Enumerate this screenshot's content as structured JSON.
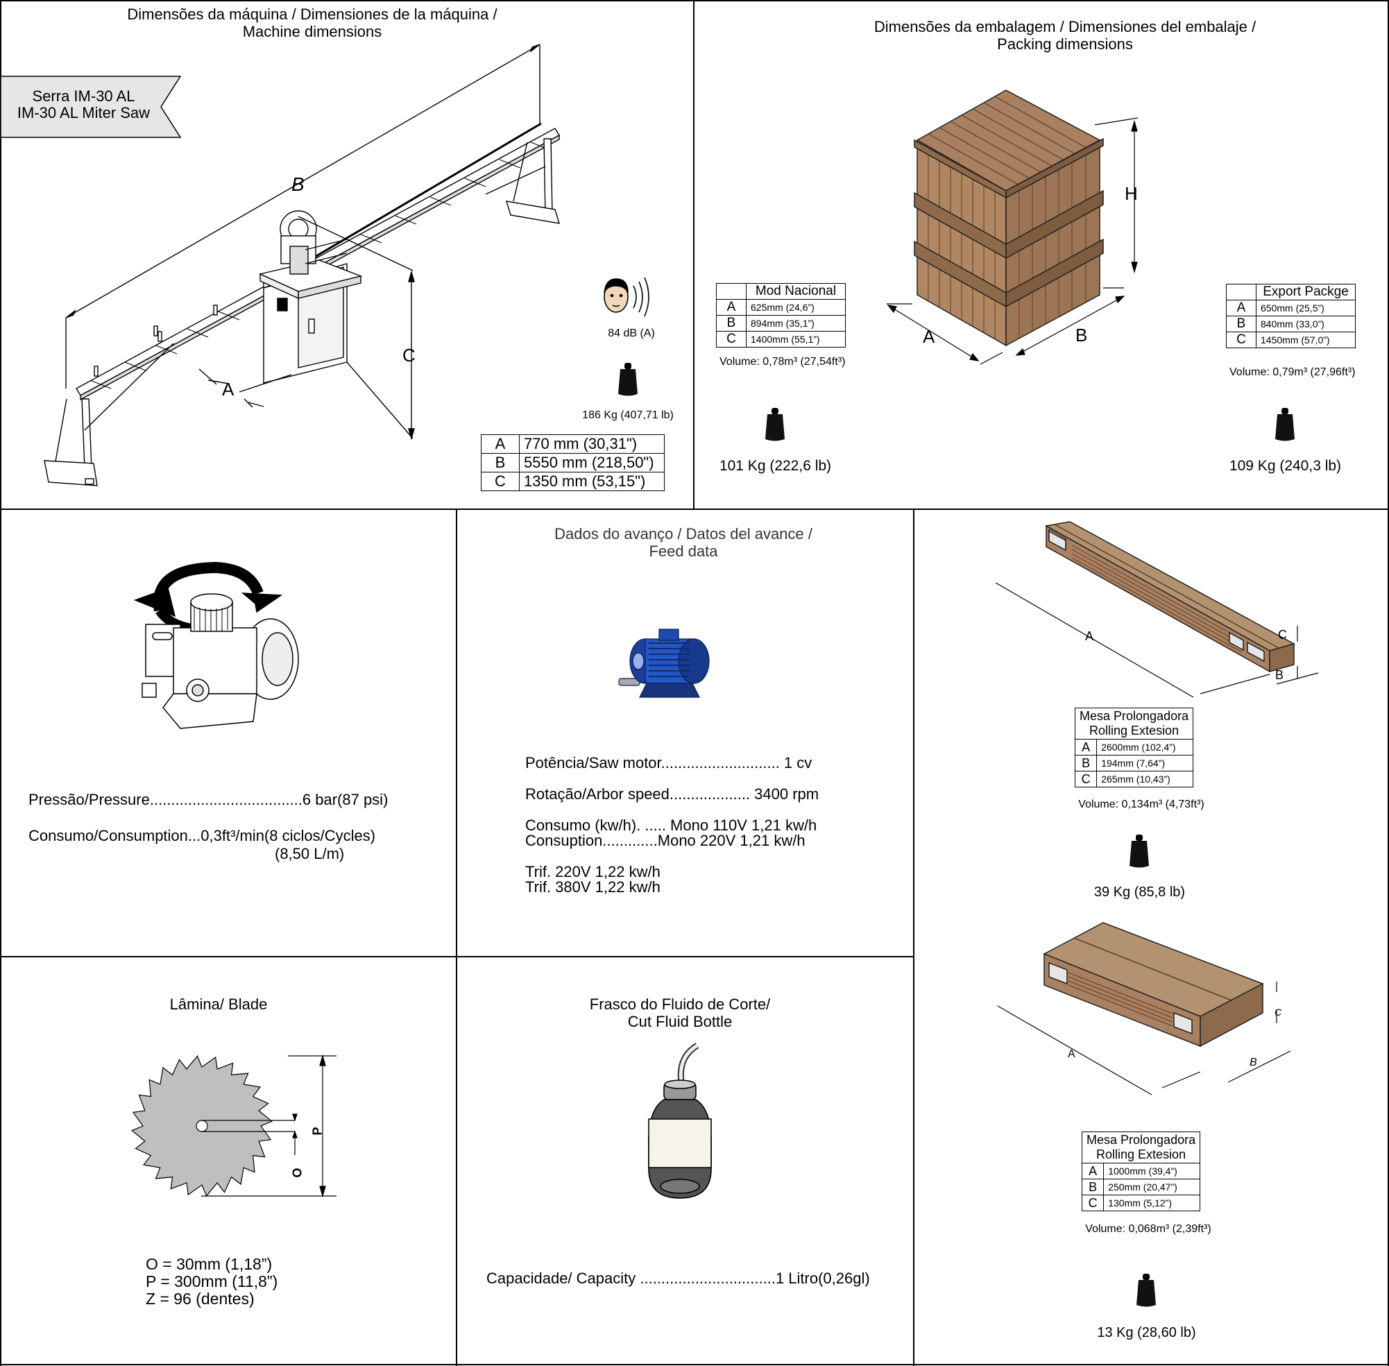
{
  "machine": {
    "title_line1": "Dimensões da máquina / Dimensiones de la máquina /",
    "title_line2": "Machine dimensions",
    "tag_line1": "Serra IM-30 AL",
    "tag_line2": "IM-30 AL Miter Saw",
    "label_a": "A",
    "label_b": "B",
    "label_c": "C",
    "noise": "84 dB (A)",
    "weight": "186 Kg (407,71 lb)",
    "dims": [
      {
        "key": "A",
        "value": "770 mm (30,31\")"
      },
      {
        "key": "B",
        "value": "5550 mm (218,50\")"
      },
      {
        "key": "C",
        "value": "1350 mm (53,15\")"
      }
    ]
  },
  "packing": {
    "title_line1": "Dimensões da embalagem / Dimensiones del embalaje /",
    "title_line2": "Packing dimensions",
    "label_a": "A",
    "label_b": "B",
    "label_h": "H",
    "national": {
      "header": "Mod Nacional",
      "rows": [
        {
          "key": "A",
          "value": "625mm (24,6”)"
        },
        {
          "key": "B",
          "value": "894mm (35,1”)"
        },
        {
          "key": "C",
          "value": "1400mm (55,1”)"
        }
      ],
      "volume": "Volume: 0,78m³ (27,54ft³)",
      "weight": "101 Kg (222,6 lb)"
    },
    "export": {
      "header": "Export Packge",
      "rows": [
        {
          "key": "A",
          "value": "650mm (25,5”)"
        },
        {
          "key": "B",
          "value": "840mm (33,0”)"
        },
        {
          "key": "C",
          "value": "1450mm (57,0”)"
        }
      ],
      "volume": "Volume: 0,79m³ (27,96ft³)",
      "weight": "109 Kg (240,3 lb)"
    }
  },
  "pressure": {
    "line1": "Pressão/Pressure....................................6 bar(87 psi)",
    "line2": "Consumo/Consumption...0,3ft³/min(8 ciclos/Cycles)",
    "line3": "(8,50 L/m)"
  },
  "feed": {
    "title_line1": "Dados do avanço / Datos del avance /",
    "title_line2": "Feed data",
    "line1": "Potência/Saw motor............................ 1 cv",
    "line2": "Rotação/Arbor speed................... 3400 rpm",
    "line3": "Consumo (kw/h). ..... Mono 110V 1,21 kw/h",
    "line4": "Consuption.............Mono 220V 1,21 kw/h",
    "line5": "Trif. 220V 1,22 kw/h",
    "line6": "Trif. 380V 1,22 kw/h"
  },
  "extension1": {
    "label_a": "A",
    "label_b": "B",
    "label_c": "C",
    "header1": "Mesa Prolongadora",
    "header2": "Rolling Extesion",
    "rows": [
      {
        "key": "A",
        "value": "2600mm (102,4”)"
      },
      {
        "key": "B",
        "value": "194mm (7,64”)"
      },
      {
        "key": "C",
        "value": "265mm (10,43”)"
      }
    ],
    "volume": "Volume: 0,134m³ (4,73ft³)",
    "weight": "39 Kg (85,8 lb)"
  },
  "extension2": {
    "label_a": "A",
    "label_b": "B",
    "label_c": "C",
    "header1": "Mesa Prolongadora",
    "header2": "Rolling Extesion",
    "rows": [
      {
        "key": "A",
        "value": "1000mm (39,4”)"
      },
      {
        "key": "B",
        "value": "250mm (20,47”)"
      },
      {
        "key": "C",
        "value": "130mm (5,12”)"
      }
    ],
    "volume": "Volume: 0,068m³ (2,39ft³)",
    "weight": "13 Kg (28,60 lb)"
  },
  "blade": {
    "title": "Lâmina/ Blade",
    "label_o": "O",
    "label_p": "P",
    "line1": "O = 30mm (1,18”)",
    "line2": "P = 300mm (11,8”)",
    "line3": "Z = 96 (dentes)"
  },
  "fluid": {
    "title_line1": "Frasco do Fluido de Corte/",
    "title_line2": "Cut Fluid Bottle",
    "capacity": "Capacidade/ Capacity ................................1 Litro(0,26gl)"
  }
}
